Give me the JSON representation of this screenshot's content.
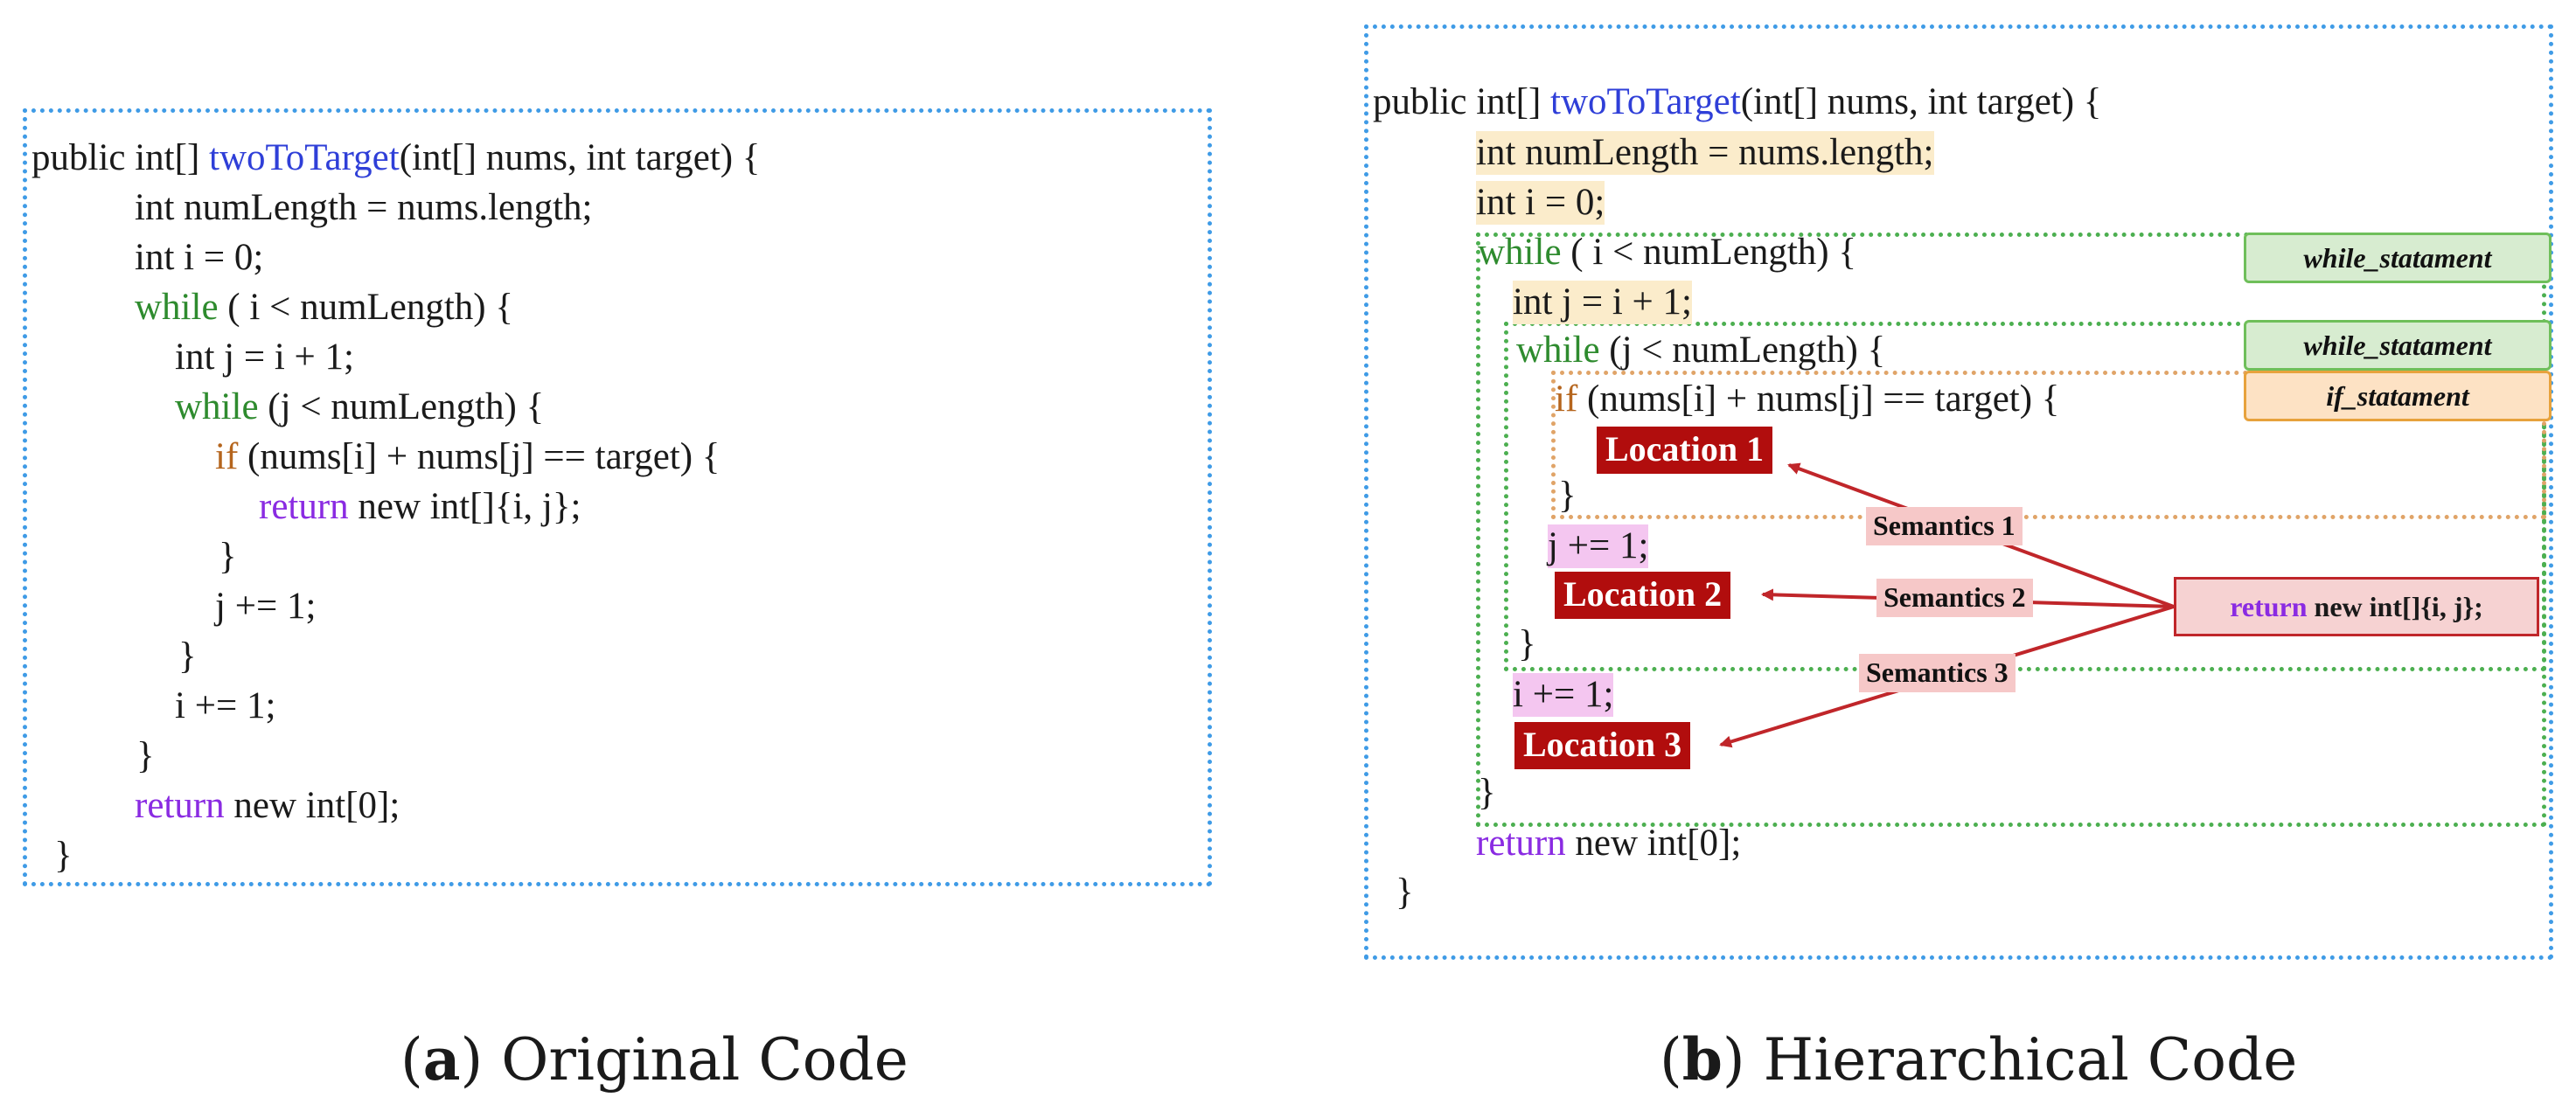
{
  "panel_a": {
    "caption": {
      "paren_open": "(",
      "letter": "a",
      "paren_close": ")",
      "title": " Original Code"
    },
    "lines": [
      {
        "pre": "public int[] ",
        "fn": "twoToTarget",
        "post": "(int[] nums, int target) {"
      },
      {
        "text": "int numLength = nums.length;"
      },
      {
        "text": "int i = 0;"
      },
      {
        "kw": "while",
        "rest": " ( i < numLength) {"
      },
      {
        "text": "int j = i + 1;"
      },
      {
        "kw": "while",
        "rest": " (j < numLength) {"
      },
      {
        "kw": "if",
        "rest": " (nums[i] + nums[j] == target) {"
      },
      {
        "kw": "return",
        "rest": " new int[]{i, j};"
      },
      {
        "text": "}"
      },
      {
        "text": "j += 1;"
      },
      {
        "text": "}"
      },
      {
        "text": "i += 1;"
      },
      {
        "text": "}"
      },
      {
        "kw": "return",
        "rest": " new int[0];"
      },
      {
        "text": "}"
      }
    ]
  },
  "panel_b": {
    "caption": {
      "paren_open": "(",
      "letter": "b",
      "paren_close": ")",
      "title": " Hierarchical Code"
    },
    "lines": [
      {
        "pre": "public int[] ",
        "fn": "twoToTarget",
        "post": "(int[] nums, int target) {"
      },
      {
        "text": "int numLength = nums.length;"
      },
      {
        "text": "int i = 0;"
      },
      {
        "kw": "while",
        "rest": " ( i < numLength) {"
      },
      {
        "text": "int j = i + 1;"
      },
      {
        "kw": "while",
        "rest": " (j < numLength) {"
      },
      {
        "kw": "if",
        "rest": " (nums[i] + nums[j] == target) {"
      },
      {
        "text": "}"
      },
      {
        "text": "j += 1;"
      },
      {
        "text": "}"
      },
      {
        "text": "i += 1;"
      },
      {
        "text": "}"
      },
      {
        "kw": "return",
        "rest": " new int[0];"
      },
      {
        "text": "}"
      }
    ],
    "tags": {
      "outer_while": "while_statament",
      "inner_while": "while_statament",
      "if": "if_statament"
    },
    "locations": [
      "Location 1",
      "Location 2",
      "Location 3"
    ],
    "semantics": [
      "Semantics 1",
      "Semantics 2",
      "Semantics 3"
    ],
    "return_snippet": {
      "kw": "return",
      "rest": " new int[]{i, j};"
    }
  },
  "colors": {
    "panel_border": "#3f9be6",
    "keyword_green": "#2e8b2e",
    "keyword_purple": "#8a2be2",
    "keyword_orange": "#b5651d",
    "function_blue": "#2f3fd8",
    "location_red": "#b10d0d",
    "arrow_red": "#c0262a",
    "highlight_yellow": "#fbeccb",
    "highlight_pink": "#f4c6f0"
  }
}
